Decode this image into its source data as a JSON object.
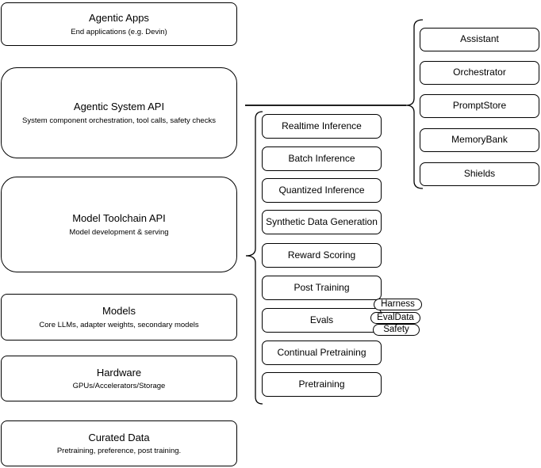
{
  "left_column": [
    {
      "title": "Agentic Apps",
      "subtitle": "End applications (e.g. Devin)"
    },
    {
      "title": "Agentic System API",
      "subtitle": "System component orchestration, tool calls, safety checks"
    },
    {
      "title": "Model Toolchain API",
      "subtitle": "Model development & serving"
    },
    {
      "title": "Models",
      "subtitle": "Core LLMs, adapter weights, secondary models"
    },
    {
      "title": "Hardware",
      "subtitle": "GPUs/Accelerators/Storage"
    },
    {
      "title": "Curated Data",
      "subtitle": "Pretraining, preference, post training."
    }
  ],
  "middle_column": [
    "Realtime Inference",
    "Batch Inference",
    "Quantized Inference",
    "Synthetic Data Generation",
    "Reward Scoring",
    "Post Training",
    "Evals",
    "Continual Pretraining",
    "Pretraining"
  ],
  "eval_tags": [
    "Harness",
    "EvalData",
    "Safety"
  ],
  "right_column": [
    "Assistant",
    "Orchestrator",
    "PromptStore",
    "MemoryBank",
    "Shields"
  ],
  "colors": {
    "stroke": "#000000",
    "background": "#ffffff"
  }
}
